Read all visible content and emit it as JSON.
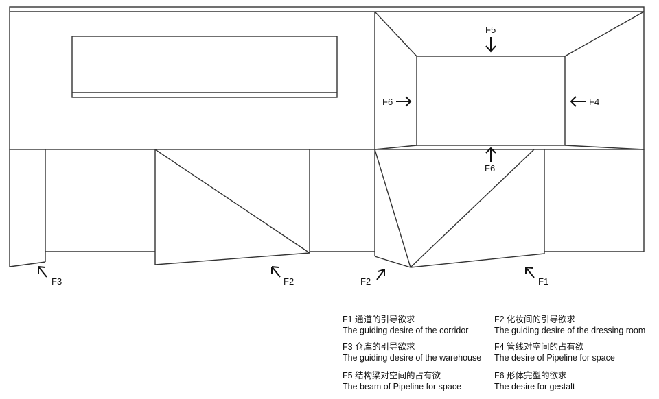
{
  "diagram": {
    "labels": {
      "f5_top": "F5",
      "f6_left": "F6",
      "f4_right": "F4",
      "f6_bottom": "F6",
      "f3": "F3",
      "f2_door": "F2",
      "f2_corner": "F2",
      "f1": "F1"
    }
  },
  "legend": [
    {
      "cn": "F1 通道的引导欲求",
      "en": "The guiding desire of the corridor"
    },
    {
      "cn": "F2 化妆间的引导欲求",
      "en": "The guiding desire of the dressing room"
    },
    {
      "cn": "F3 仓库的引导欲求",
      "en": "The guiding desire of the warehouse"
    },
    {
      "cn": "F4 管线对空间的占有欲",
      "en": "The desire of Pipeline for space"
    },
    {
      "cn": "F5 结构梁对空间的占有欲",
      "en": "The beam of Pipeline for space"
    },
    {
      "cn": "F6 形体完型的欲求",
      "en": "The desire for gestalt"
    }
  ]
}
